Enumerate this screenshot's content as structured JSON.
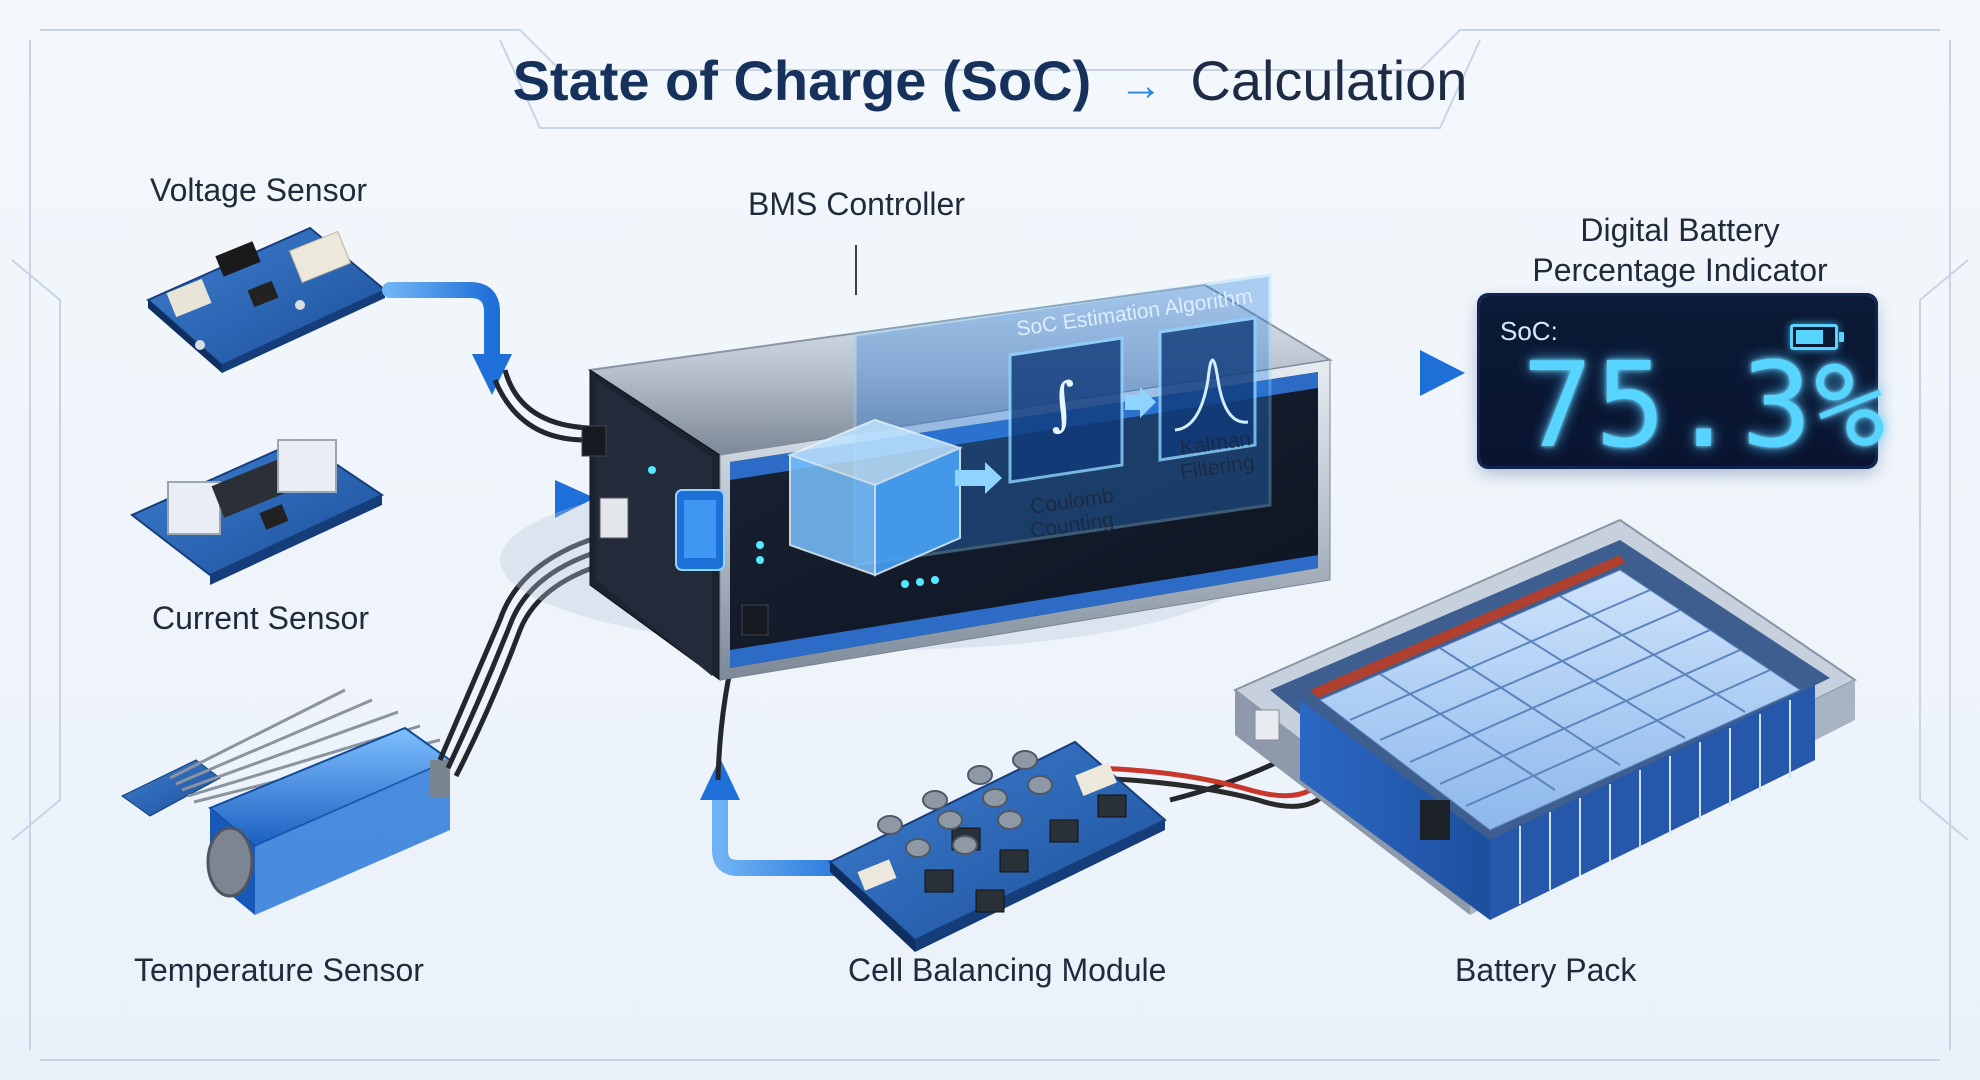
{
  "title": {
    "bold": "State of Charge (SoC)",
    "arrow": "→",
    "rest": "Calculation"
  },
  "labels": {
    "voltage_sensor": "Voltage Sensor",
    "current_sensor": "Current Sensor",
    "temperature_sensor": "Temperature Sensor",
    "bms_controller": "BMS Controller",
    "digital_indicator_line1": "Digital Battery",
    "digital_indicator_line2": "Percentage Indicator",
    "cell_balancing": "Cell Balancing Module",
    "battery_pack": "Battery Pack"
  },
  "algorithm": {
    "title": "SoC Estimation Algorithm",
    "coulomb_line1": "Coulomb",
    "coulomb_line2": "Counting",
    "kalman_line1": "Kalman",
    "kalman_line2": "Filtering",
    "integral_symbol": "∫"
  },
  "display": {
    "label": "SoC:",
    "value": "75.3%",
    "battery_level": 0.753
  },
  "colors": {
    "accent": "#2a86e0",
    "display_glow": "#57d4ff",
    "title": "#16325c"
  }
}
